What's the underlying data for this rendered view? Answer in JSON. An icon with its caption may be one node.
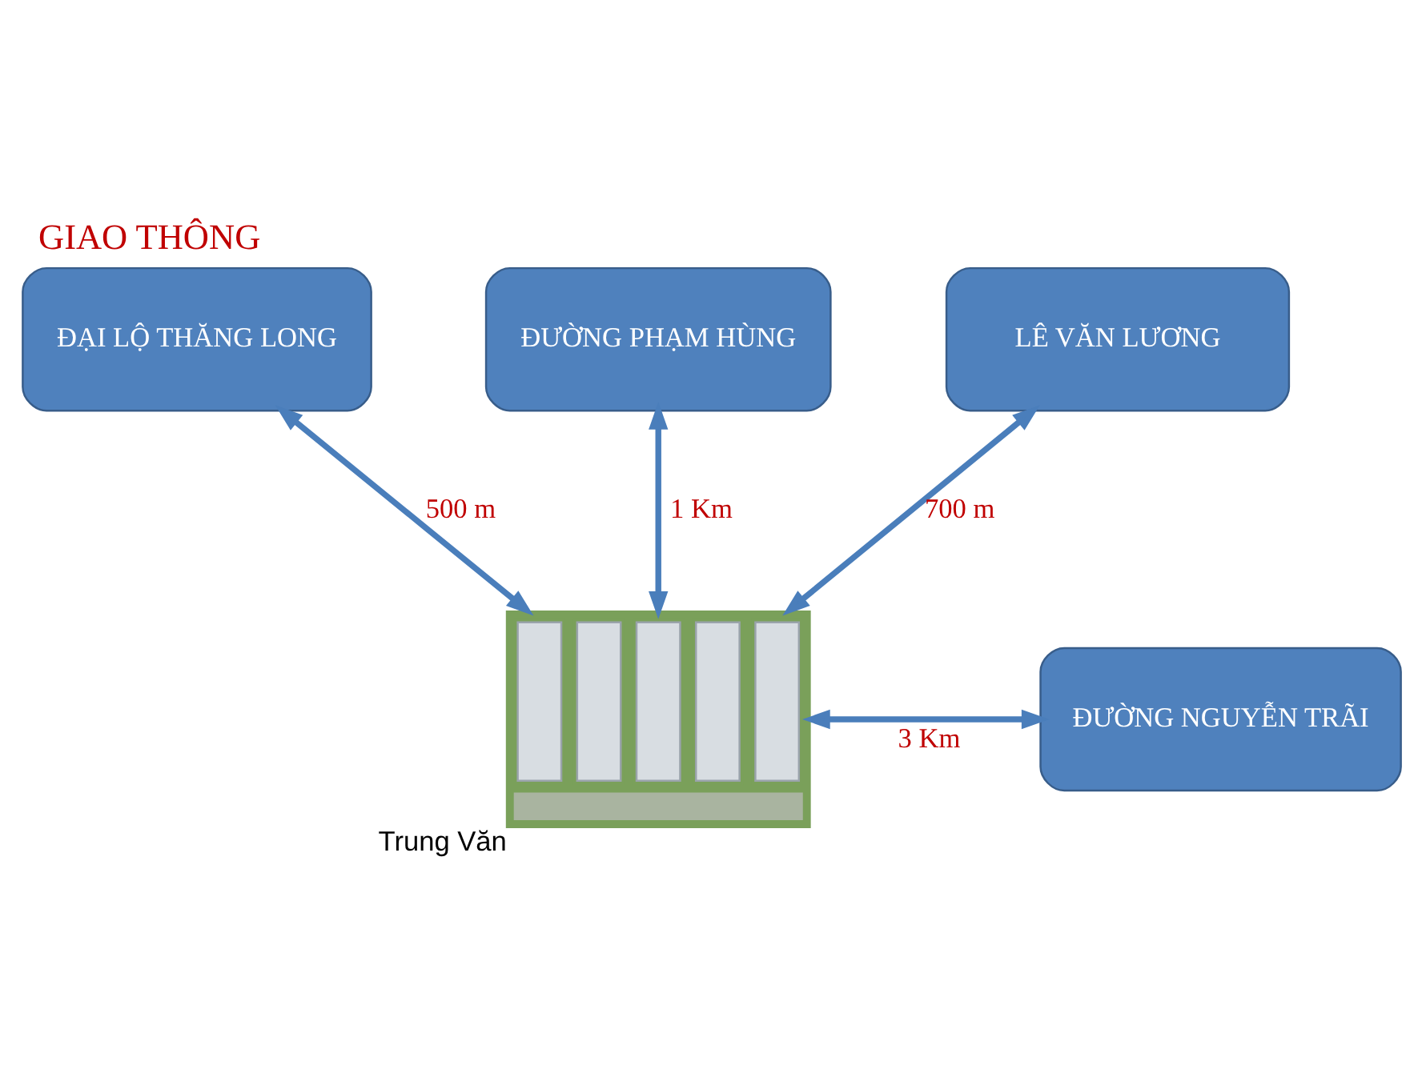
{
  "diagram": {
    "title": "GIAO THÔNG",
    "nodes": [
      {
        "text": [
          "ĐẠI LỘ THĂNG LONG"
        ]
      },
      {
        "text": [
          "ĐƯỜNG PHẠM HÙNG"
        ]
      },
      {
        "text": [
          "LÊ VĂN LƯƠNG"
        ]
      },
      {
        "text": [
          "ĐƯỜNG NGUYỄN TRÃI"
        ]
      },
      {
        "text": [],
        "shape": "picture",
        "beside": [
          "Trung Văn"
        ]
      }
    ],
    "edges": [
      {
        "from": 4,
        "to": 0,
        "arrow": "both",
        "label": "500 m"
      },
      {
        "from": 4,
        "to": 1,
        "arrow": "both",
        "label": "1 Km"
      },
      {
        "from": 4,
        "to": 2,
        "arrow": "both",
        "label": "700 m"
      },
      {
        "from": 4,
        "to": 3,
        "arrow": "both",
        "label": "3 Km"
      }
    ]
  }
}
